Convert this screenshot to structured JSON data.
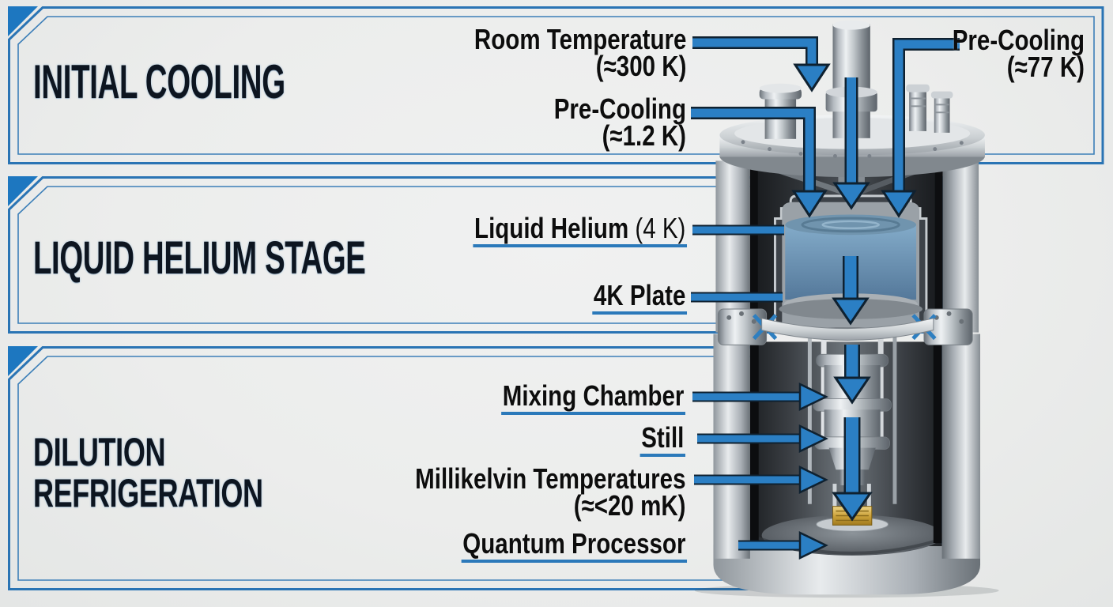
{
  "sections": [
    {
      "id": "initial-cooling",
      "title_lines": [
        "INITIAL COOLING"
      ]
    },
    {
      "id": "liquid-helium-stage",
      "title_lines": [
        "LIQUID HELIUM STAGE"
      ]
    },
    {
      "id": "dilution-refrigeration",
      "title_lines": [
        "DILUTION",
        "REFRIGERATION"
      ]
    }
  ],
  "callouts": {
    "room_temperature": {
      "label": "Room Temperature",
      "value": "(≈300 K)"
    },
    "pre_cooling_outer": {
      "label": "Pre-Cooling",
      "value": "(≈77 K)"
    },
    "pre_cooling_inner": {
      "label": "Pre-Cooling",
      "value": "(≈1.2 K)"
    },
    "liquid_helium": {
      "label": "Liquid Helium",
      "value": "(4 K)"
    },
    "plate_4k": {
      "label": "4K Plate"
    },
    "mixing_chamber": {
      "label": "Mixing Chamber"
    },
    "still": {
      "label": "Still"
    },
    "millikelvin": {
      "label": "Millikelvin Temperatures",
      "value": "(≈<20 mK)"
    },
    "quantum_processor": {
      "label": "Quantum Processor"
    }
  },
  "colors": {
    "accent_blue": "#2b7fc4",
    "frame_blue": "#2a74b4",
    "underline_blue": "#2b79ba",
    "title_ink": "#0d1520",
    "label_ink": "#0d0d0d",
    "background": "#edeeee",
    "liquid_blue": "#7fa9ca",
    "chip_gold": "#c9a137",
    "steel_light": "#e9ecee",
    "steel_dark": "#62696f"
  }
}
